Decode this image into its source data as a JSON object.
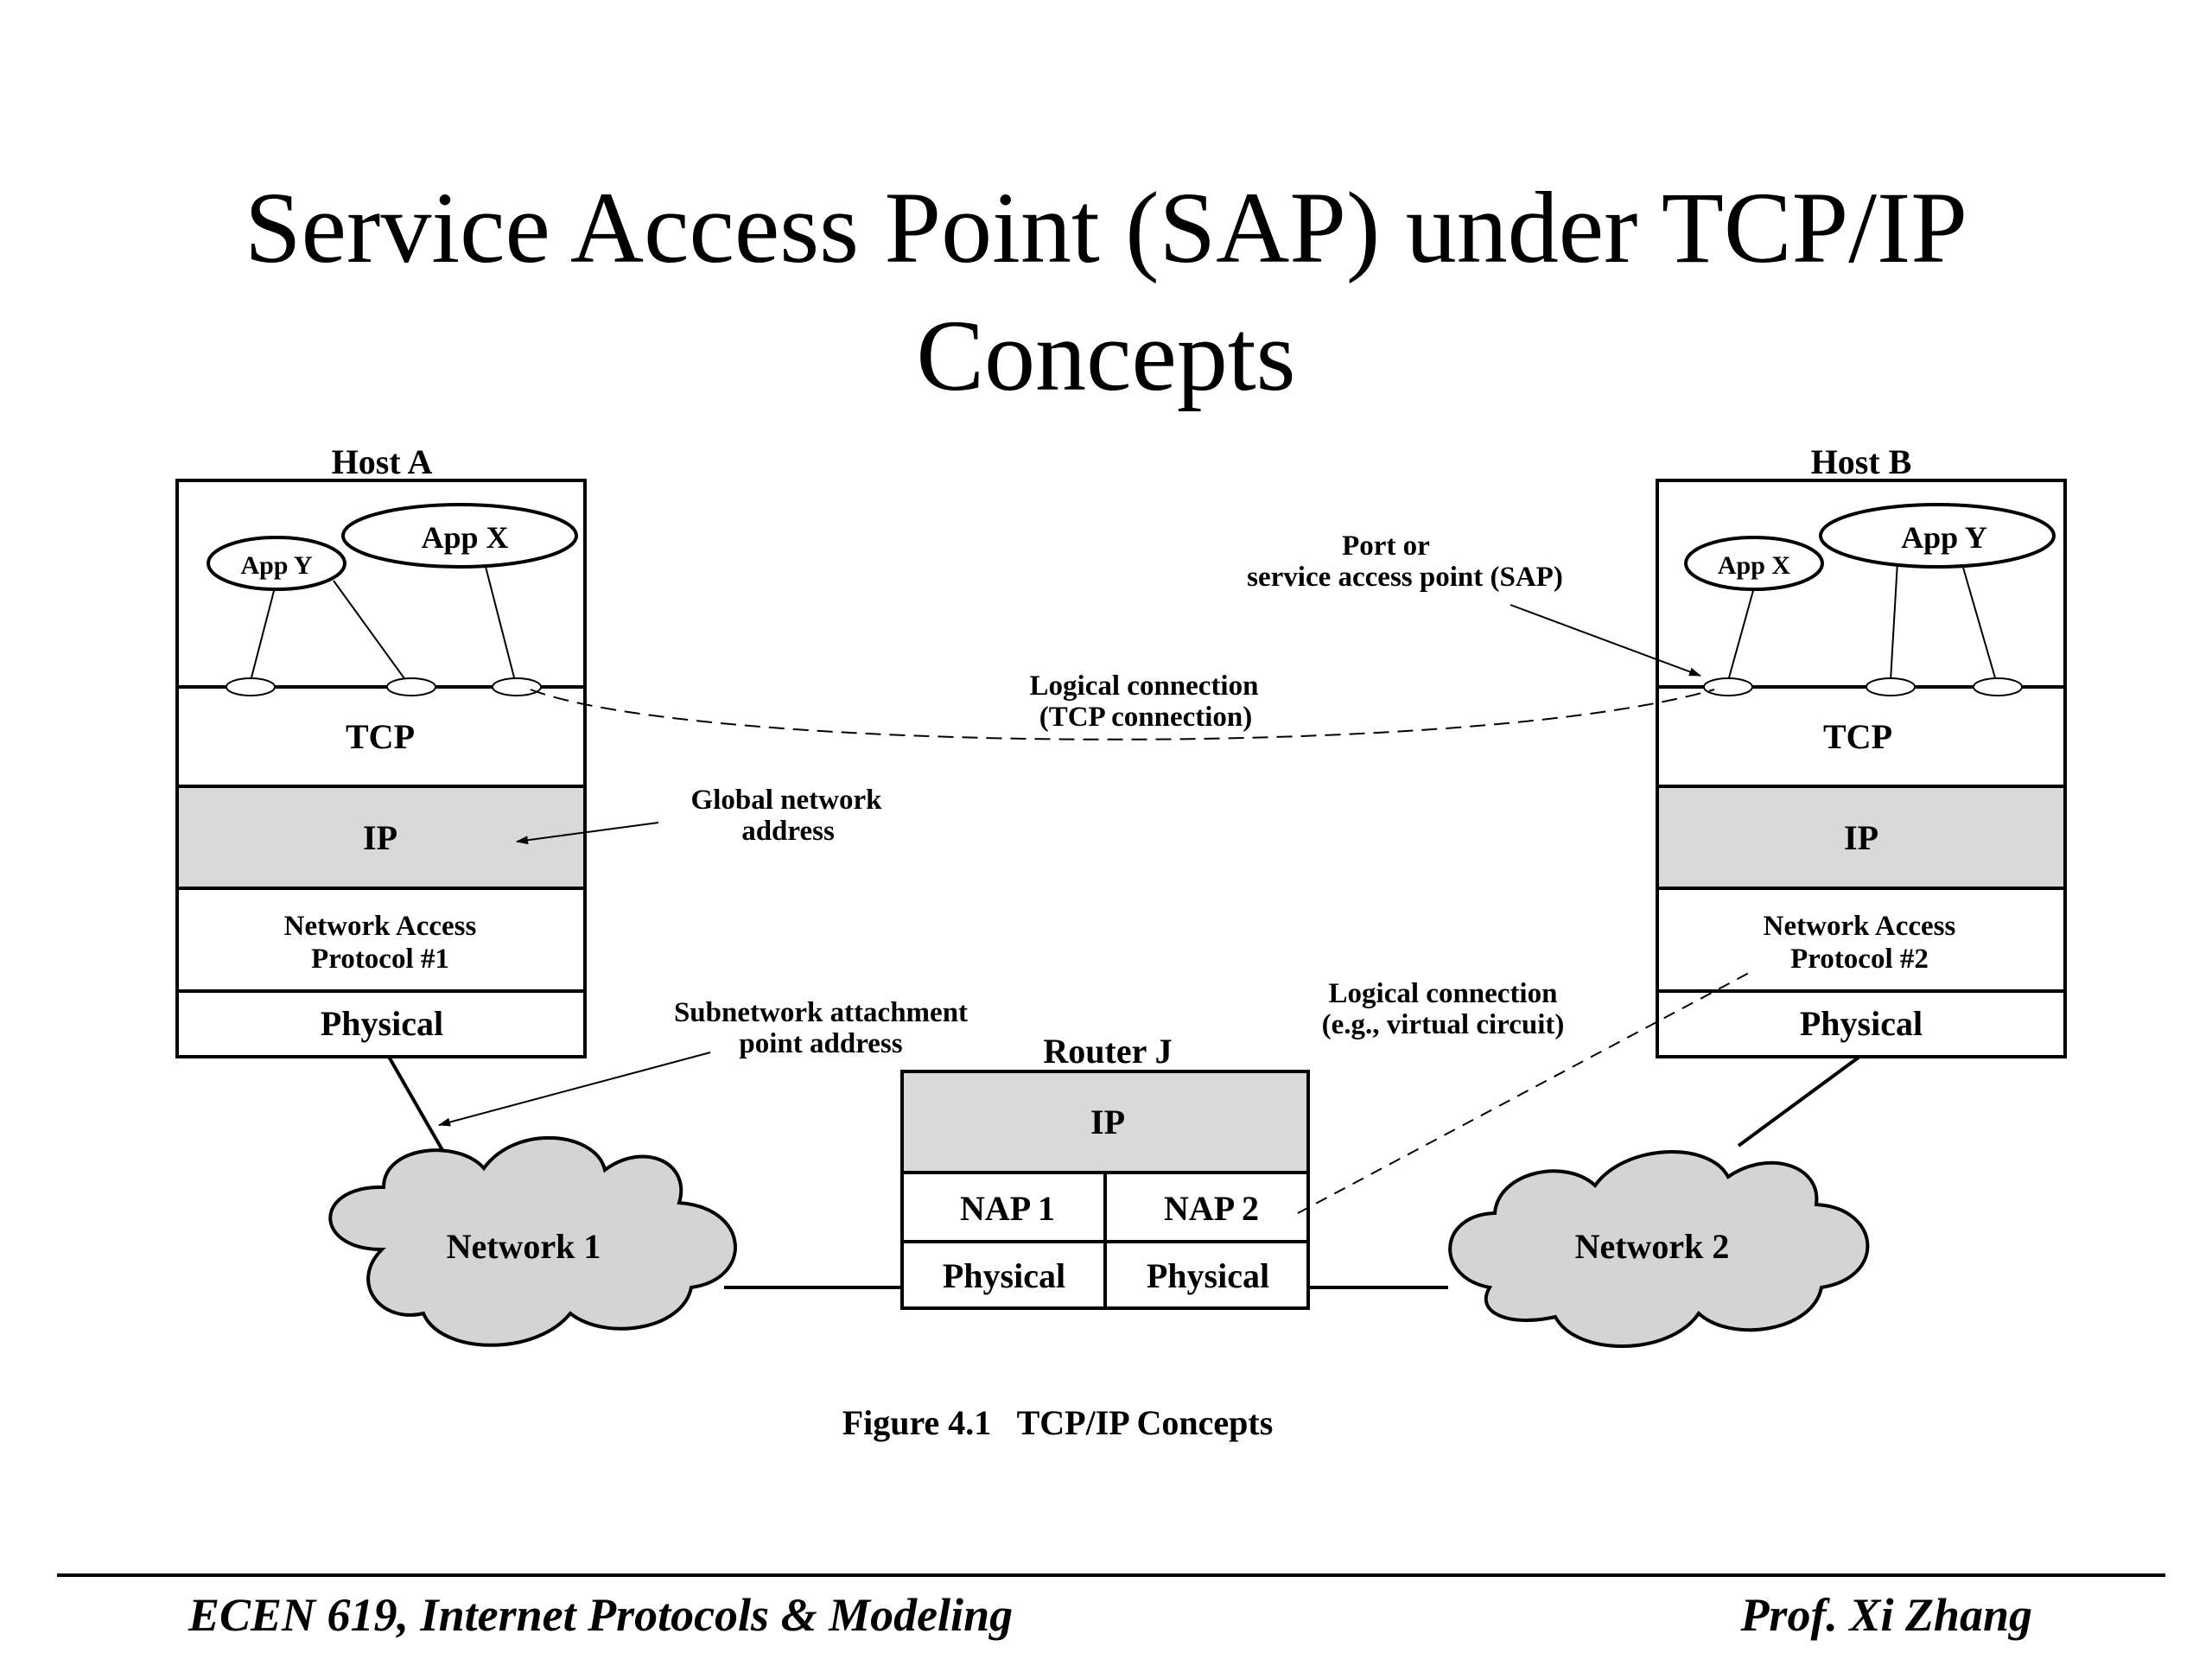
{
  "slide": {
    "title_line1": "Service Access Point (SAP) under TCP/IP",
    "title_line2": "Concepts"
  },
  "diagram": {
    "host_a": {
      "label": "Host A",
      "app_y": "App Y",
      "app_x": "App X",
      "tcp": "TCP",
      "ip": "IP",
      "nap_line1": "Network Access",
      "nap_line2": "Protocol #1",
      "physical": "Physical"
    },
    "host_b": {
      "label": "Host B",
      "app_x": "App X",
      "app_y": "App Y",
      "tcp": "TCP",
      "ip": "IP",
      "nap_line1": "Network Access",
      "nap_line2": "Protocol #2",
      "physical": "Physical"
    },
    "router": {
      "label": "Router J",
      "ip": "IP",
      "nap1": "NAP 1",
      "nap2": "NAP 2",
      "physical1": "Physical",
      "physical2": "Physical"
    },
    "networks": {
      "network1": "Network 1",
      "network2": "Network 2"
    },
    "annotations": {
      "port_line1": "Port or",
      "port_line2": "service access point (SAP)",
      "logical_tcp_line1": "Logical connection",
      "logical_tcp_line2": "(TCP connection)",
      "global_line1": "Global network",
      "global_line2": "address",
      "subnet_line1": "Subnetwork attachment",
      "subnet_line2": "point address",
      "logical_vc_line1": "Logical connection",
      "logical_vc_line2": "(e.g., virtual circuit)"
    },
    "caption": "Figure 4.1   TCP/IP Concepts",
    "colors": {
      "ip_fill": "#d9d9d9",
      "cloud_fill": "#d4d4d4"
    }
  },
  "footer": {
    "course": "ECEN 619, Internet Protocols & Modeling",
    "instructor": "Prof. Xi Zhang"
  }
}
